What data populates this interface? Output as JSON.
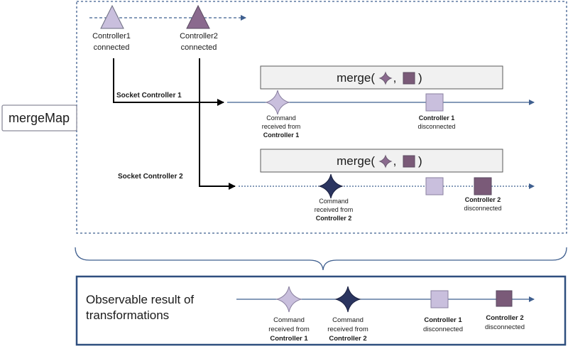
{
  "operator": "mergeMap",
  "merge_formula": {
    "prefix": "merge(",
    "separator": ",",
    "suffix": ")"
  },
  "top_stream": {
    "events": [
      {
        "line1": "Controller1",
        "line2": "connected"
      },
      {
        "line1": "Controller2",
        "line2": "connected"
      }
    ]
  },
  "socket1": {
    "label": "Socket Controller  1",
    "command": {
      "line1": "Command",
      "line2": "received from",
      "line3": "Controller  1"
    },
    "disconnect": {
      "line1": "Controller  1",
      "line2": "disconnected"
    }
  },
  "socket2": {
    "label": "Socket Controller  2",
    "command": {
      "line1": "Command",
      "line2": "received from",
      "line3": "Controller  2"
    },
    "disconnect": {
      "line1": "Controller  2",
      "line2": "disconnected"
    }
  },
  "result": {
    "title_line1": "Observable result of",
    "title_line2": "transformations",
    "events": [
      {
        "line1": "Command",
        "line2": "received from",
        "line3": "Controller 1"
      },
      {
        "line1": "Command",
        "line2": "received from",
        "line3": "Controller 2"
      },
      {
        "line1": "Controller 1",
        "line2": "disconnected"
      },
      {
        "line1": "Controller 2",
        "line2": "disconnected"
      }
    ]
  },
  "colors": {
    "timeline": "#3f5f8f",
    "box_border": "#2f4f7f",
    "light_purple": "#c9bfdd",
    "mid_purple": "#8a6a8e",
    "dark_navy": "#2b3560",
    "square_dark": "#7a5a78"
  }
}
